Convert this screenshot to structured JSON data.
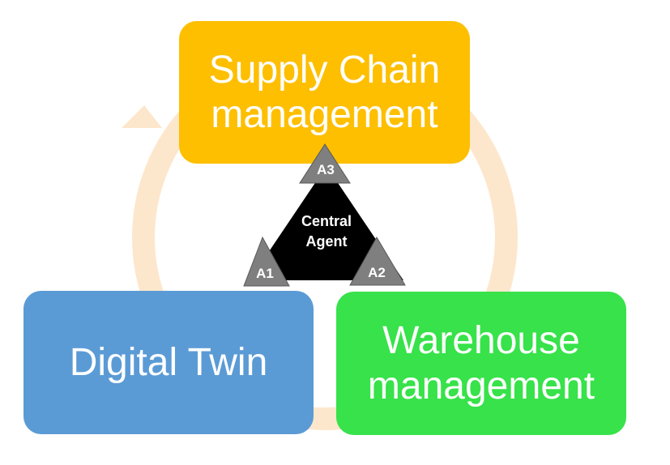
{
  "diagram": {
    "nodes": {
      "supply_chain": {
        "label": "Supply Chain\nmanagement",
        "color": "#fdbf00"
      },
      "digital_twin": {
        "label": "Digital Twin",
        "color": "#5b9bd5"
      },
      "warehouse": {
        "label": "Warehouse\nmanagement",
        "color": "#37e24a"
      }
    },
    "central_agent": {
      "label": "Central\nAgent",
      "color": "#000000"
    },
    "agents": {
      "a1": {
        "label": "A1"
      },
      "a2": {
        "label": "A2"
      },
      "a3": {
        "label": "A3"
      }
    },
    "agent_color": "#7f7f7f",
    "cycle_arrow_color": "#fde7cc"
  }
}
